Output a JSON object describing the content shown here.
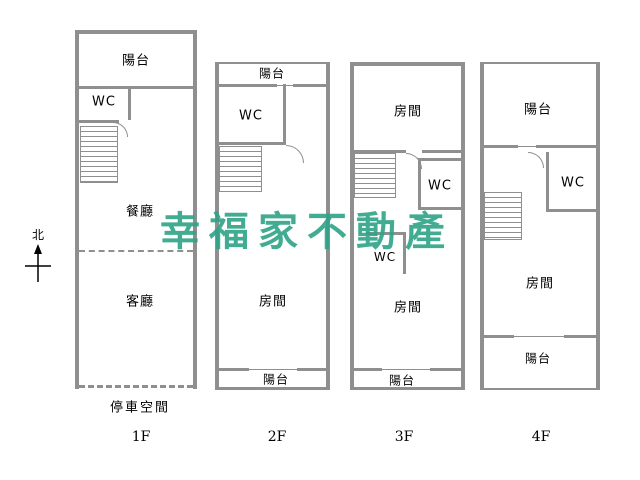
{
  "background": "#FFFFFF",
  "colors": {
    "wall": "#8F8F8F",
    "watermark": "#2EA487",
    "text": "#000000"
  },
  "watermark": {
    "text": "幸福家不動產"
  },
  "compass": {
    "label": "北"
  },
  "floors": [
    {
      "label": "1F",
      "parking_label": "停車空間",
      "rooms": {
        "balcony_top": "陽台",
        "wc": "WC",
        "dining": "餐廳",
        "living": "客廳"
      }
    },
    {
      "label": "2F",
      "rooms": {
        "balcony_top": "陽台",
        "wc": "WC",
        "room": "房間",
        "balcony_bottom": "陽台"
      }
    },
    {
      "label": "3F",
      "rooms": {
        "room_top": "房間",
        "wc_upper": "WC",
        "wc_lower": "WC",
        "room_bottom": "房間",
        "balcony_bottom": "陽台"
      }
    },
    {
      "label": "4F",
      "rooms": {
        "balcony_top": "陽台",
        "wc": "WC",
        "room": "房間",
        "balcony_bottom": "陽台"
      }
    }
  ]
}
